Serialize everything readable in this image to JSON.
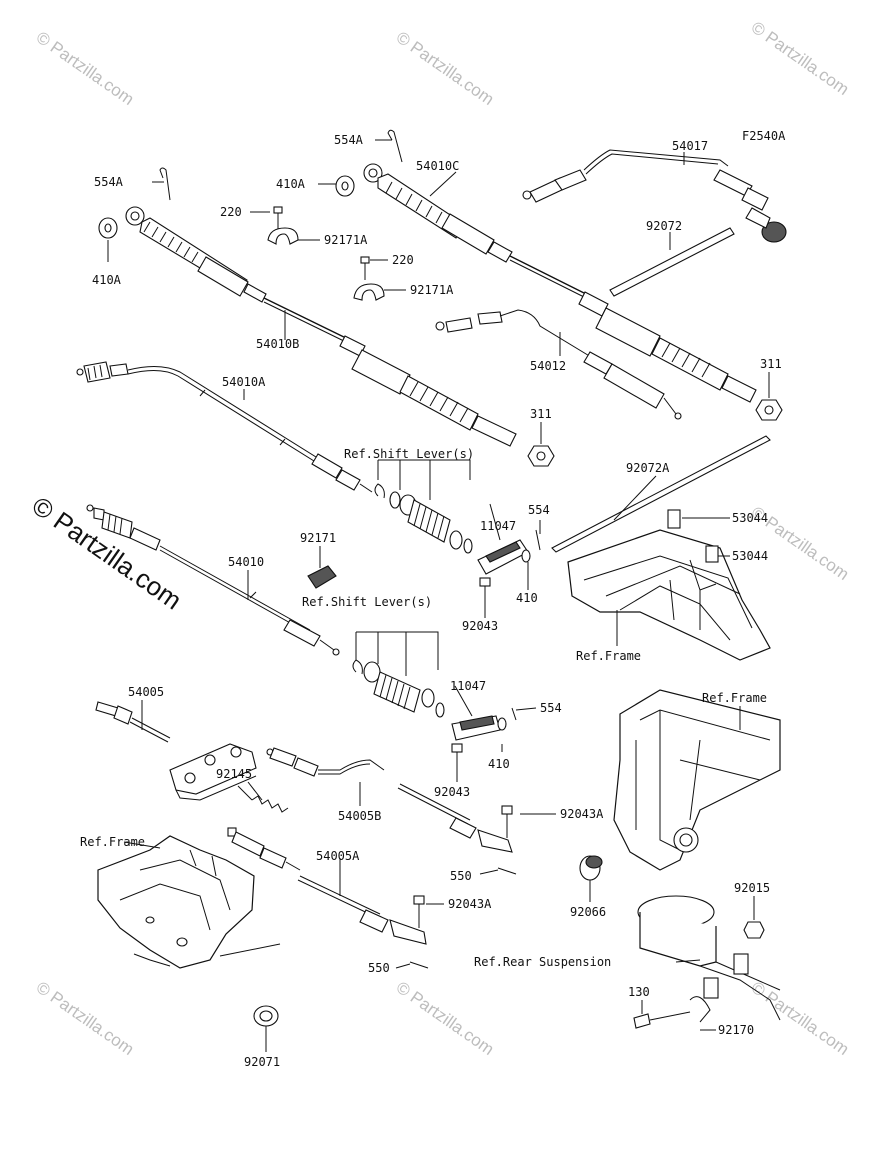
{
  "diagram_code": "F2540A",
  "watermark": {
    "text": "© Partzilla.com",
    "big_text": "© Partzilla.com"
  },
  "labels": {
    "p554A_top": "554A",
    "p54010C": "54010C",
    "p54017": "54017",
    "p554A_left": "554A",
    "p410A_top": "410A",
    "p220_a": "220",
    "p92171A_a": "92171A",
    "p92072": "92072",
    "p220_b": "220",
    "p92171A_b": "92171A",
    "p410A_left": "410A",
    "p54010B": "54010B",
    "p54012": "54012",
    "p311_right": "311",
    "p54010A": "54010A",
    "p311_mid": "311",
    "ref_shift_1": "Ref.Shift Lever(s)",
    "p92072A": "92072A",
    "p554_a": "554",
    "p11047_a": "11047",
    "p53044_a": "53044",
    "p92171": "92171",
    "p53044_b": "53044",
    "p54010": "54010",
    "p410_a": "410",
    "p92043_a": "92043",
    "ref_shift_2": "Ref.Shift Lever(s)",
    "ref_frame_1": "Ref.Frame",
    "p11047_b": "11047",
    "p554_b": "554",
    "ref_frame_2": "Ref.Frame",
    "p54005": "54005",
    "p92145": "92145",
    "p410_b": "410",
    "p92043_b": "92043",
    "p54005B": "54005B",
    "p92043A_a": "92043A",
    "ref_frame_3": "Ref.Frame",
    "p54005A": "54005A",
    "p550_a": "550",
    "p92015": "92015",
    "p92066": "92066",
    "p92043A_b": "92043A",
    "ref_rear_susp": "Ref.Rear Suspension",
    "p550_b": "550",
    "p130": "130",
    "p92170": "92170",
    "p92071": "92071"
  }
}
